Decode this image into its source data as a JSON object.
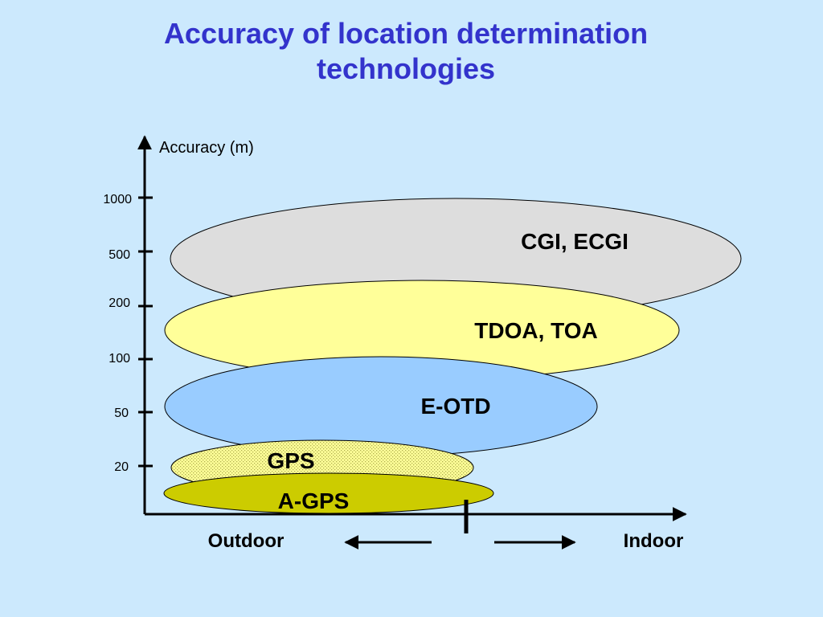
{
  "slide": {
    "title_line1": "Accuracy of location determination",
    "title_line2": "technologies"
  },
  "axis": {
    "y_label": "Accuracy (m)",
    "y_ticks": [
      "1000",
      "500",
      "200",
      "100",
      "50",
      "20"
    ],
    "x_left_label": "Outdoor",
    "x_right_label": "Indoor"
  },
  "technologies": [
    {
      "label": "CGI, ECGI",
      "fill": "#dddddd"
    },
    {
      "label": "TDOA, TOA",
      "fill": "#ffff99"
    },
    {
      "label": "E-OTD",
      "fill": "#99ccff"
    },
    {
      "label": "GPS",
      "fill": "#ffff99",
      "pattern": "dotted"
    },
    {
      "label": "A-GPS",
      "fill": "#cccc00"
    }
  ]
}
